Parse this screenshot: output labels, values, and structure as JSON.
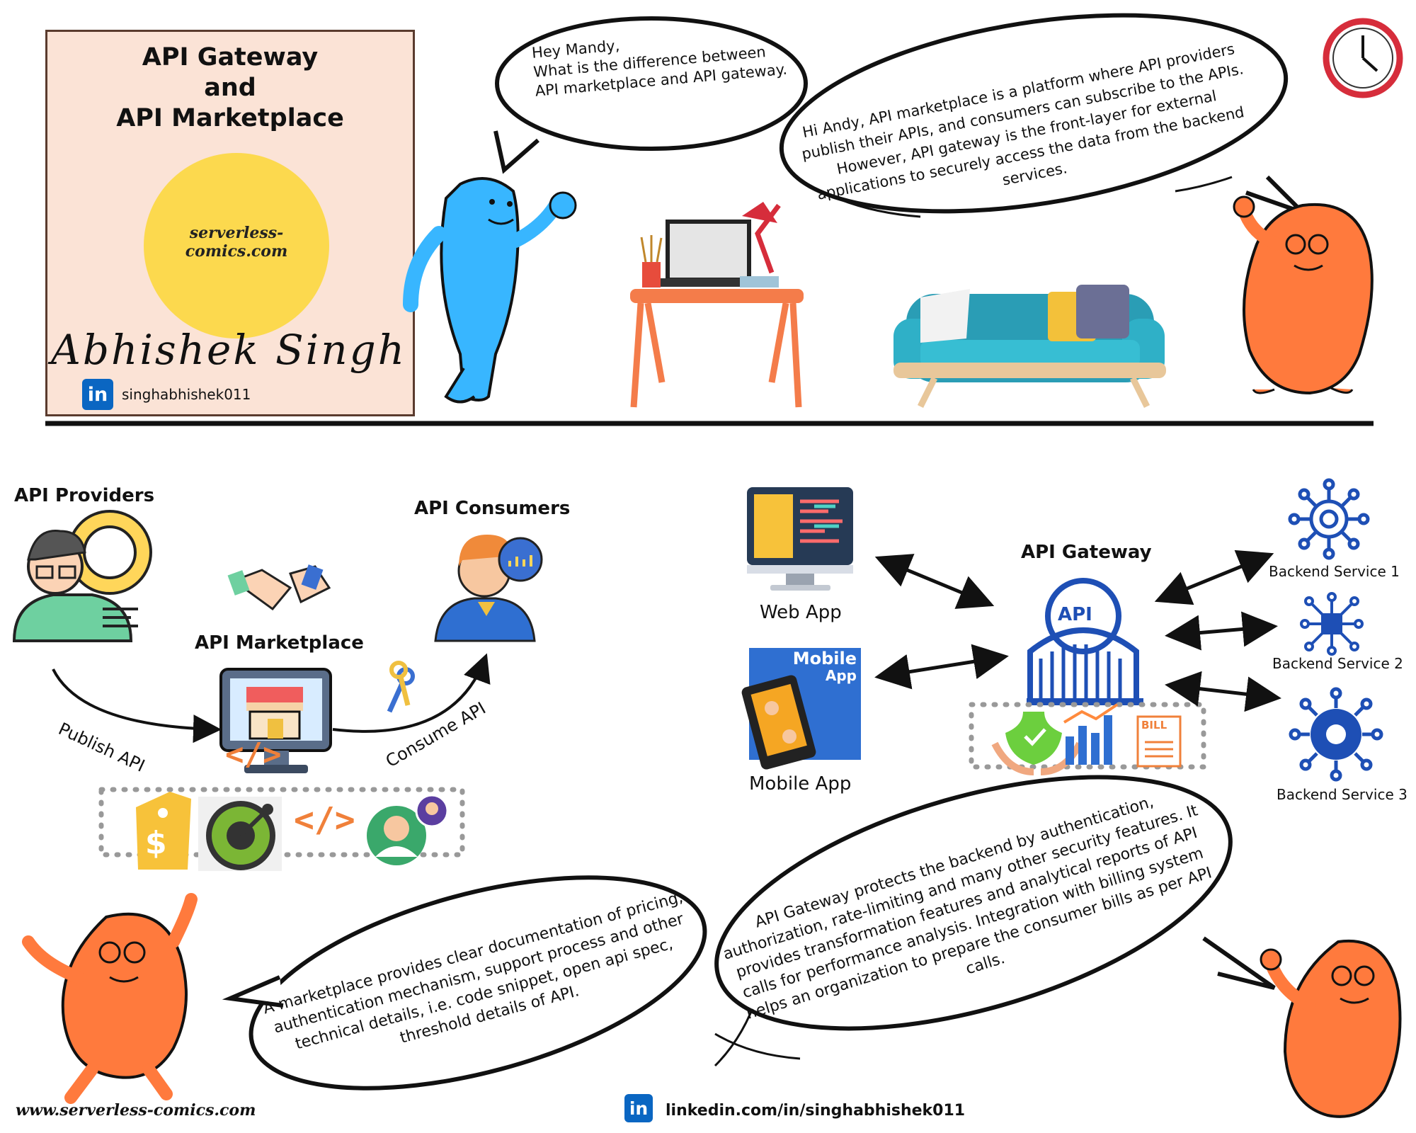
{
  "title_card": {
    "title_line1": "API Gateway",
    "title_line2": "and",
    "title_line3": "API Marketplace",
    "site": "serverless-comics.com",
    "signature": "Abhishek Singh",
    "linkedin_icon": "in",
    "linkedin_handle": "singhabhishek011"
  },
  "bubbles": {
    "mandy_question": [
      "Hey Mandy,",
      "What is the difference between",
      "API marketplace and API gateway."
    ],
    "andy_answer": "Hi Andy, API marketplace is a platform where API providers publish their APIs, and consumers can subscribe to the APIs. However, API gateway is the  front-layer for external  applications to securely access the data from the backend services.",
    "marketplace_note": "A marketplace provides clear documentation of pricing, authentication mechanism, support process and other technical details, i.e. code snippet, open api  spec, threshold details of API.",
    "gateway_note": "API Gateway protects the backend by authentication, authorization, rate-limiting and many other security features. It provides transformation features and analytical reports of API calls for performance analysis. Integration with billing system helps an organization to prepare  the consumer bills as per API calls."
  },
  "marketplace_diagram": {
    "providers_label": "API Providers",
    "consumers_label": "API Consumers",
    "marketplace_label": "API Marketplace",
    "publish_label": "Publish API",
    "consume_label": "Consume API",
    "code_glyph": "</>",
    "dollar_glyph": "$"
  },
  "gateway_diagram": {
    "gateway_label": "API Gateway",
    "api_glyph": "API",
    "web_app_label": "Web App",
    "mobile_app_label": "Mobile App",
    "mobile_badge_line1": "Mobile",
    "mobile_badge_line2": "App",
    "bill_glyph": "BILL",
    "backend_services": [
      "Backend Service 1",
      "Backend Service 2",
      "Backend Service 3"
    ]
  },
  "footer": {
    "site": "www.serverless-comics.com",
    "linkedin_icon": "in",
    "linkedin_url": "linkedin.com/in/singhabhishek011"
  },
  "colors": {
    "card_bg": "#fbe3d6",
    "sun": "#fcd94e",
    "blue_character": "#38b6ff",
    "orange_character": "#ff7a3d",
    "linkedin": "#0a66c2",
    "icon_blue": "#1e4fb5"
  }
}
